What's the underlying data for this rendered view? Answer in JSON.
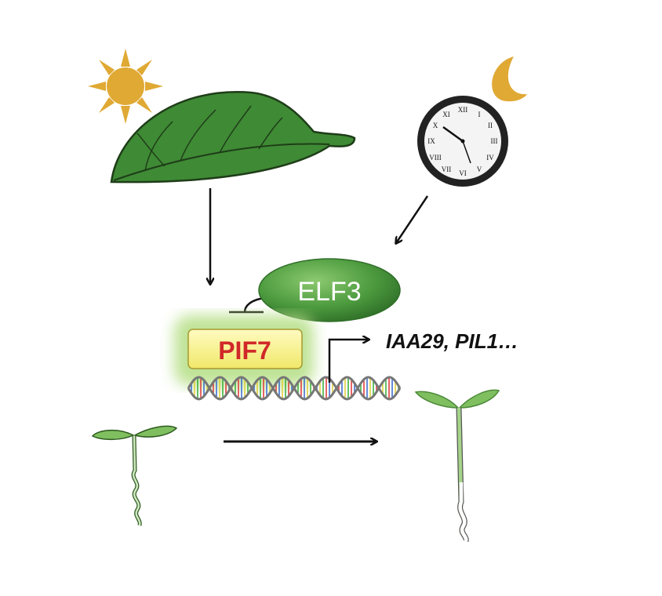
{
  "labels": {
    "elf3": "ELF3",
    "pif7": "PIF7",
    "targets": "IAA29, PIL1…"
  },
  "colors": {
    "sun": "#e0a934",
    "leaf": "#3f8a35",
    "elf3": "#4c9a3e",
    "pif7_box": "#f7f08a",
    "pif7_text": "#d0282a",
    "glow": "#b8e08a"
  }
}
